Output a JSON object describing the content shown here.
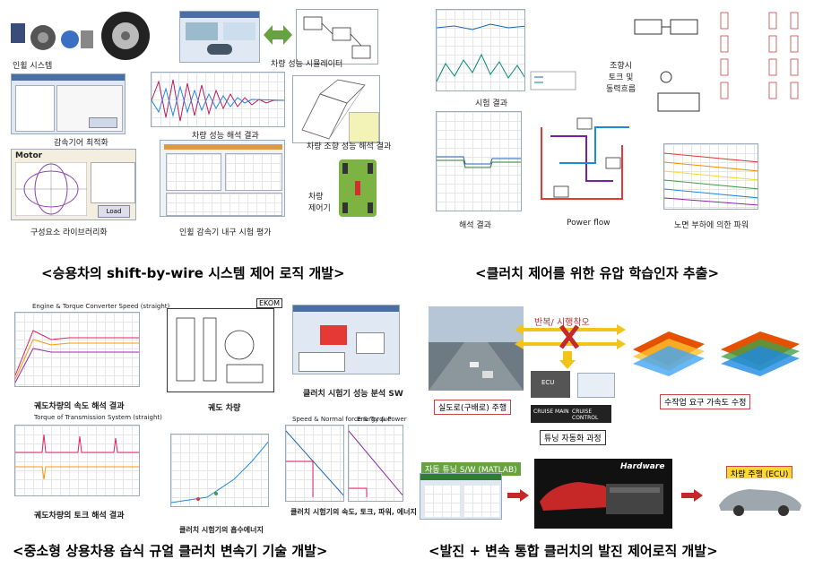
{
  "panels": {
    "tl": {
      "caption": "<승용차의 shift-by-wire 시스템 제어 로직 개발>",
      "labels": {
        "actuator": "인휠 시스템",
        "simulator": "차량 성능 시뮬레이터",
        "gear_opt": "감속기어 최적화",
        "analysis": "차량 성능 해석 결과",
        "steering": "차량 조향 성능 해석 결과",
        "library": "구성요소 라이브러리화",
        "durability": "인휠 감속기 내구 시험 평가",
        "vehicle": "차량\n제어기",
        "motor_title": "Motor",
        "load_btn": "Load"
      }
    },
    "tr": {
      "caption": "<클러치 제어를 위한 유압 학습인자 추출>",
      "labels": {
        "test_result": "시험 결과",
        "analysis_result": "해석 결과",
        "power_flow": "Power flow",
        "road_load": "노면 부하에 의한 파워",
        "steer_flow": "조향시\n토크 및\n동력흐름"
      }
    },
    "bl": {
      "caption": "<중소형 상용차용 습식 규얼 클러치 변속기 기술 개발>",
      "labels": {
        "speed_title": "Engine & Torque Converter Speed (straight)",
        "speed_result": "궤도차량의 속도 해석 결과",
        "torque_title": "Torque of Transmission System (straight)",
        "torque_result": "궤도차량의 토크 해석 결과",
        "track_vehicle": "궤도 차량",
        "clutch_sw": "클러치 시험기 성능 분석 SW",
        "clutch_check": "클러치 시험기의 흡수에너지",
        "clutch_speed": "클러치 시험기의 속도, 토크, 파워, 에너지",
        "speed_normal": "Speed & Normal force & Torque",
        "energy_power": "Energy & Power"
      }
    },
    "br": {
      "caption": "<발진 + 변속 통합 클러치의 발진 제어로직 개발>",
      "labels": {
        "repeat": "반복/ 시행착오",
        "real_road": "실도로(구배로) 주행",
        "manual_req": "수작업 요구 가속도 수정",
        "tuning_auto": "튜닝 자동화 과정",
        "auto_tuning_sw": "자동 튜닝 S/W (MATLAB)",
        "hardware": "Hardware",
        "vehicle_drive": "차량 주행 (ECU)",
        "ecu": "ECU",
        "cruise_main": "CRUISE MAIN",
        "cruise_control": "CRUISE CONTROL"
      }
    }
  },
  "colors": {
    "accent_green": "#66a23d",
    "arrow_red": "#c62828",
    "arrow_yellow": "#f0c419",
    "label_orange": "#f2b27a"
  }
}
